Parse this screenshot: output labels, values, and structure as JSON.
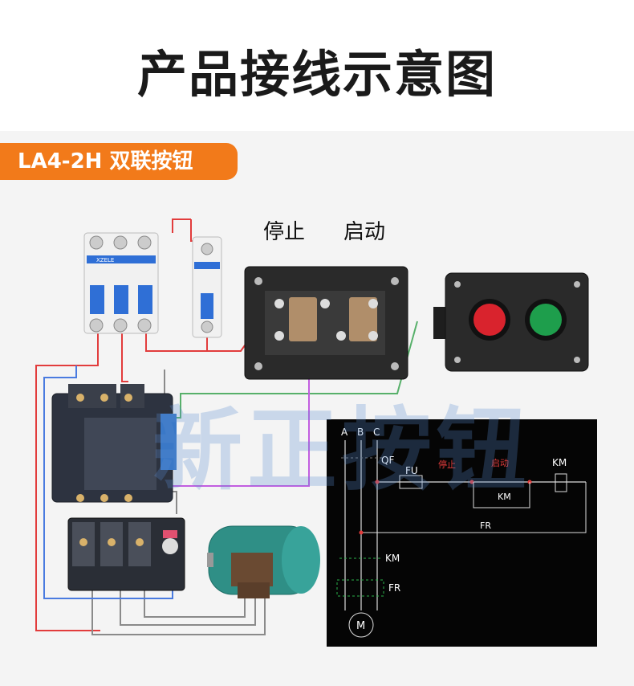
{
  "title": "产品接线示意图",
  "badge": "LA4-2H 双联按钮",
  "labels": {
    "stop": "停止",
    "start": "启动"
  },
  "watermark": "新正按钮",
  "device_text": {
    "brand": "XZELE"
  },
  "schematic": {
    "phases": [
      "A",
      "B",
      "C"
    ],
    "qf": "QF",
    "fu": "FU",
    "stop": "停止",
    "start": "启动",
    "km_coil": "KM",
    "km_aux": "KM",
    "fr_contact": "FR",
    "km_main": "KM",
    "fr_main": "FR",
    "motor": "M"
  },
  "colors": {
    "accent": "#f27a1a",
    "wire_red": "#e23c3c",
    "wire_gray": "#8a8a8a",
    "wire_blue": "#4a7be0",
    "wire_green": "#57b06a",
    "wire_purple": "#c25ee0",
    "stop_button": "#d9232d",
    "start_button": "#1e9e4c"
  }
}
